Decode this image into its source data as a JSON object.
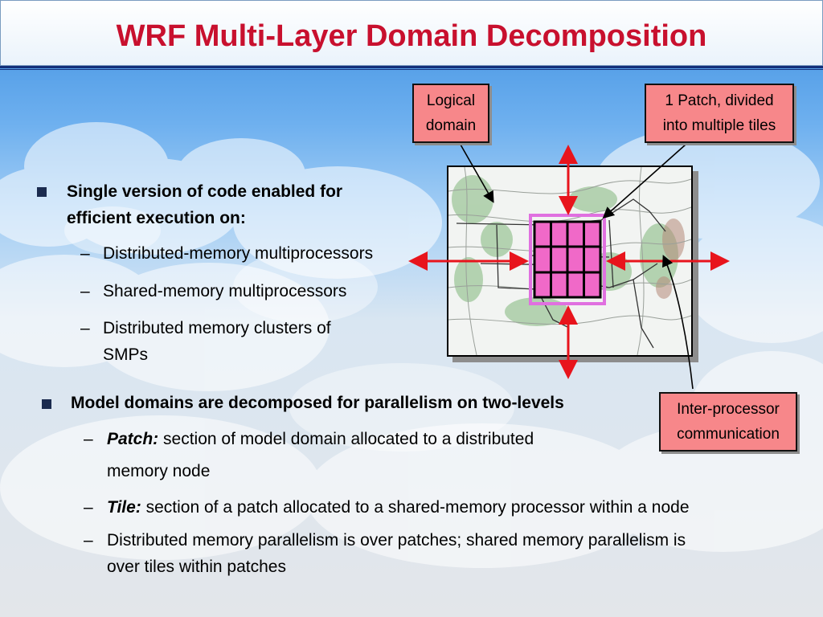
{
  "title": "WRF Multi-Layer Domain Decomposition",
  "section1": {
    "heading_line1": "Single version of code enabled for",
    "heading_line2": "efficient execution on:",
    "items": [
      "Distributed-memory multiprocessors",
      "Shared-memory multiprocessors",
      "Distributed memory clusters of",
      "SMPs"
    ]
  },
  "section2": {
    "heading": "Model domains are decomposed for parallelism on two-levels",
    "patch_term": "Patch:",
    "patch_text_line1": " section of model domain  allocated to a distributed",
    "patch_text_line2": "memory  node",
    "tile_term": "Tile:",
    "tile_text": " section of a patch allocated to a shared-memory processor within a node",
    "last_line1": "Distributed memory parallelism is over patches; shared memory parallelism is",
    "last_line2": "over tiles within patches"
  },
  "callouts": {
    "logical_domain": "Logical\ndomain",
    "patch_tiles": "1 Patch, divided\ninto multiple tiles",
    "inter_processor": "Inter-processor\ncommunication"
  },
  "dash_glyph": "–",
  "icons": [
    "square-bullet-icon",
    "double-arrow-icon",
    "map-icon"
  ],
  "colors": {
    "title": "#c8102e",
    "callout_fill": "#f7878a",
    "patch_border": "#e070e0",
    "tile_fill": "#f069c8",
    "arrow": "#e8141c",
    "rule": "#13307a"
  }
}
